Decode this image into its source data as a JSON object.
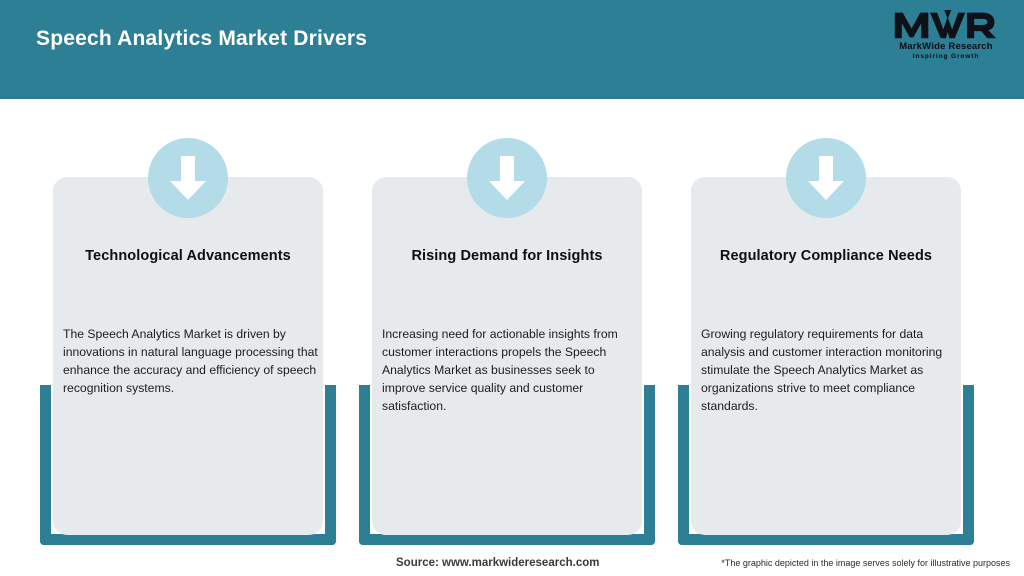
{
  "header": {
    "title": "Speech Analytics Market Drivers",
    "background_color": "#2d7f96",
    "title_color": "#ffffff",
    "logo": {
      "mark": "MWR",
      "name": "MarkWide Research",
      "tagline": "Inspiring Growth"
    }
  },
  "theme": {
    "accent_teal": "#2d7f96",
    "icon_circle": "#b3dbe8",
    "card_background": "#e6eaec",
    "page_background": "#ffffff"
  },
  "cards": [
    {
      "icon": "arrow-down-icon",
      "title": "Technological Advancements",
      "body": "The Speech Analytics Market is driven by innovations in natural language processing that enhance the accuracy and efficiency of speech recognition systems."
    },
    {
      "icon": "arrow-down-icon",
      "title": "Rising Demand for Insights",
      "body": "Increasing need for actionable insights from customer interactions propels the Speech Analytics Market as businesses seek to improve service quality and customer satisfaction."
    },
    {
      "icon": "arrow-down-icon",
      "title": "Regulatory Compliance Needs",
      "body": "Growing regulatory requirements for data analysis and customer interaction monitoring stimulate the Speech Analytics Market as organizations strive to meet compliance standards."
    }
  ],
  "footer": {
    "source": "Source: www.markwideresearch.com",
    "disclaimer": "*The graphic depicted in the image serves solely for illustrative purposes"
  }
}
